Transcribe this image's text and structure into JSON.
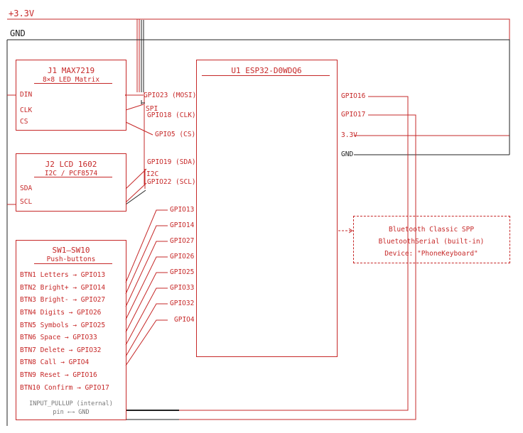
{
  "rails": {
    "vcc": "+3.3V",
    "gnd": "GND"
  },
  "j1": {
    "title": "J1 MAX7219",
    "subtitle": "8×8 LED Matrix",
    "pins": [
      "DIN",
      "CLK",
      "CS"
    ]
  },
  "j2": {
    "title": "J2 LCD 1602",
    "subtitle": "I2C / PCF8574",
    "pins": [
      "SDA",
      "SCL"
    ]
  },
  "sw": {
    "title": "SW1–SW10",
    "subtitle": "Push-buttons",
    "buttons": [
      "BTN1 Letters → GPIO13",
      "BTN2 Bright+ → GPIO14",
      "BTN3 Bright- → GPIO27",
      "BTN4 Digits → GPIO26",
      "BTN5 Symbols → GPIO25",
      "BTN6 Space → GPIO33",
      "BTN7 Delete → GPIO32",
      "BTN8 Call → GPIO4",
      "BTN9 Reset → GPIO16",
      "BTN10 Confirm → GPIO17"
    ],
    "note1": "INPUT_PULLUP (internal)",
    "note2": "pin ←→ GND"
  },
  "u1": {
    "title": "U1 ESP32-D0WDQ6",
    "left_pins": [
      "GPIO23 (MOSI)",
      "GPIO18 (CLK)",
      "GPIO5 (CS)",
      "GPIO19 (SDA)",
      "GPIO22 (SCL)",
      "GPIO13",
      "GPIO14",
      "GPIO27",
      "GPIO26",
      "GPIO25",
      "GPIO33",
      "GPIO32",
      "GPIO4"
    ],
    "right_pins": [
      "GPIO16",
      "GPIO17",
      "3.3V",
      "GND"
    ]
  },
  "bus_labels": {
    "spi": "SPI",
    "i2c": "I2C"
  },
  "bt": {
    "line1": "Bluetooth Classic SPP",
    "line2": "BluetoothSerial (built-in)",
    "line3": "Device: \"PhoneKeyboard\""
  },
  "colors": {
    "accent": "#c62828",
    "ground": "#222222",
    "note": "#777777"
  }
}
